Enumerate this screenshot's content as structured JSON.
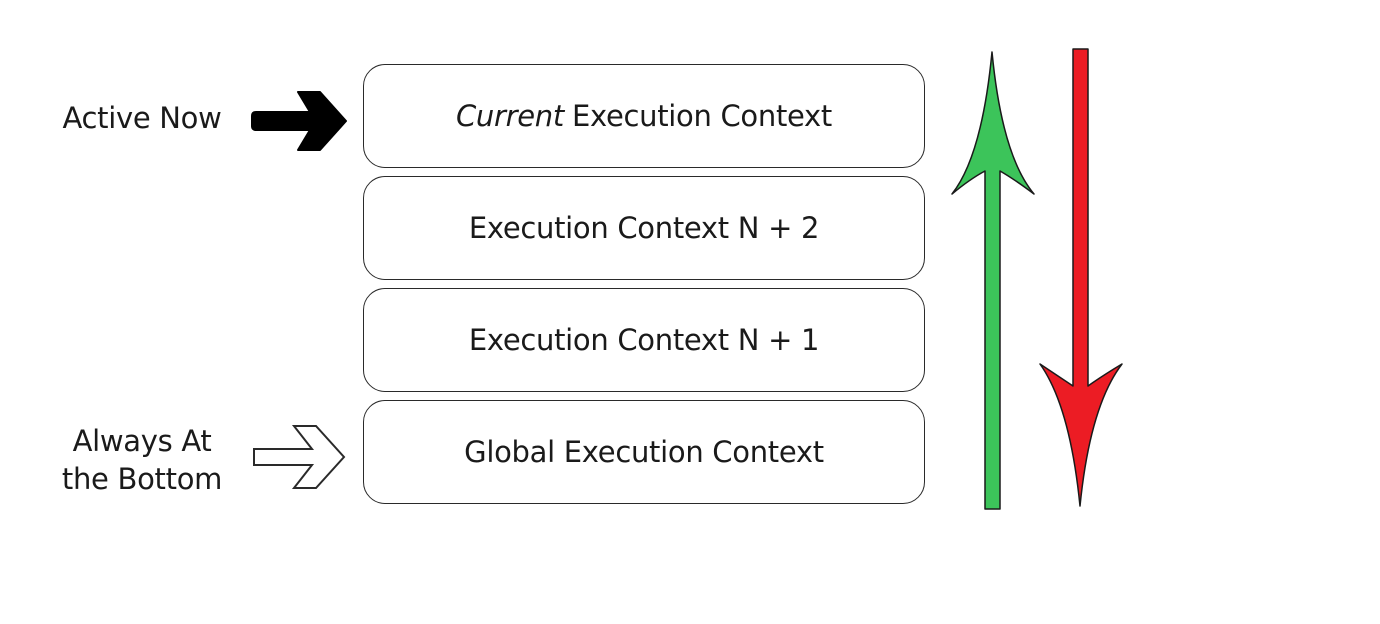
{
  "labels": {
    "active": "Active Now",
    "bottom_line1": "Always At",
    "bottom_line2": "the Bottom"
  },
  "stack": {
    "current_emphasis": "Current",
    "current_rest": "Execution Context",
    "items": [
      "Execution Context N + 2",
      "Execution Context N + 1",
      "Global Execution Context"
    ]
  },
  "colors": {
    "push_arrow": "#3cc45a",
    "pop_arrow": "#ec1c24",
    "active_arrow": "#000000",
    "outline": "#2a2a2a"
  },
  "icons": {
    "active": "solid-right-arrow-icon",
    "bottom": "outline-right-arrow-icon",
    "push": "green-up-arrow-icon",
    "pop": "red-down-arrow-icon"
  }
}
